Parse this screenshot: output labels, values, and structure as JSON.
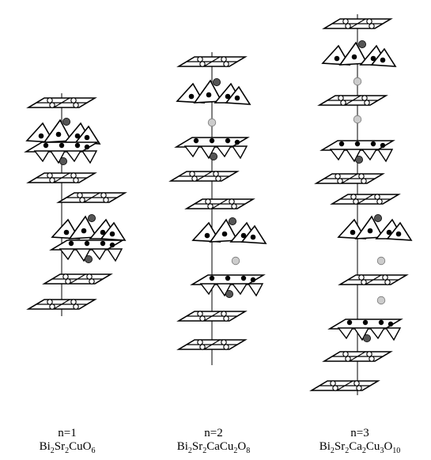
{
  "figure": {
    "columns": [
      {
        "n_label": "n=1",
        "formula": [
          [
            "Bi",
            ""
          ],
          [
            "2",
            "s"
          ],
          [
            "Sr",
            ""
          ],
          [
            "2",
            "s"
          ],
          [
            "CuO",
            ""
          ],
          [
            "6",
            "s"
          ]
        ]
      },
      {
        "n_label": "n=2",
        "formula": [
          [
            "Bi",
            ""
          ],
          [
            "2",
            "s"
          ],
          [
            "Sr",
            ""
          ],
          [
            "2",
            "s"
          ],
          [
            "CaCu",
            ""
          ],
          [
            "2",
            "s"
          ],
          [
            "O",
            ""
          ],
          [
            "8",
            "s"
          ]
        ]
      },
      {
        "n_label": "n=3",
        "formula": [
          [
            "Bi",
            ""
          ],
          [
            "2",
            "s"
          ],
          [
            "Sr",
            ""
          ],
          [
            "2",
            "s"
          ],
          [
            "Ca",
            ""
          ],
          [
            "2",
            "s"
          ],
          [
            "Cu",
            ""
          ],
          [
            "3",
            "s"
          ],
          [
            "O",
            ""
          ],
          [
            "10",
            "s"
          ]
        ]
      }
    ],
    "colors": {
      "line": "#000000",
      "fill": "#ffffff",
      "cu_atom": "#000000",
      "sr_atom": "#555555",
      "ca_atom": "#cccccc",
      "o_atom": "#ffffff"
    }
  }
}
